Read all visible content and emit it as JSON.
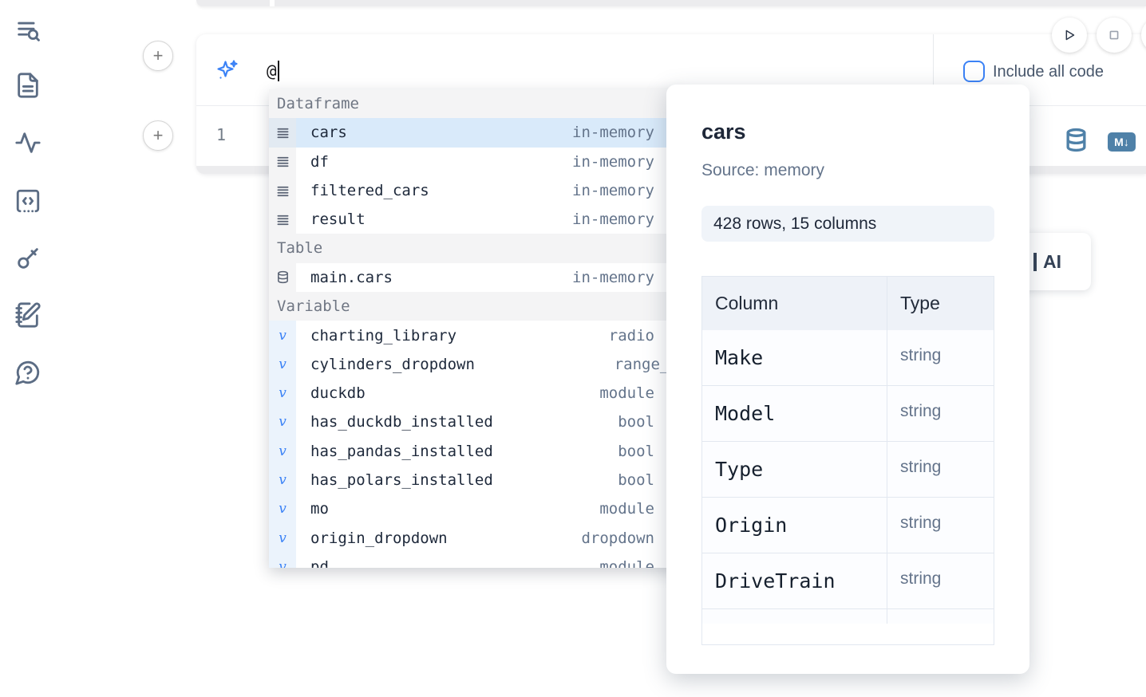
{
  "sidebar": {
    "icons": [
      "list-search-icon",
      "file-document-icon",
      "activity-icon",
      "code-snippet-icon",
      "key-icon",
      "notebook-edit-icon",
      "help-chat-icon"
    ]
  },
  "run_controls": {
    "run_icon": "play-icon",
    "stop_icon": "stop-icon"
  },
  "ai_prompt": {
    "value": "@",
    "include_all_code_label": "Include all code",
    "checkbox_checked": false,
    "sparkle_icon": "sparkles-icon"
  },
  "cell": {
    "line_number": "1",
    "database_icon": "database-icon",
    "markdown_icon_label": "M↓"
  },
  "autocomplete": {
    "sections": [
      {
        "label": "Dataframe",
        "icon": "dataframe-icon",
        "items": [
          {
            "name": "cars",
            "type": "in-memory",
            "selected": true
          },
          {
            "name": "df",
            "type": "in-memory"
          },
          {
            "name": "filtered_cars",
            "type": "in-memory"
          },
          {
            "name": "result",
            "type": "in-memory"
          }
        ]
      },
      {
        "label": "Table",
        "icon": "table-icon",
        "items": [
          {
            "name": "main.cars",
            "type": "in-memory"
          }
        ]
      },
      {
        "label": "Variable",
        "icon": "variable-icon",
        "items": [
          {
            "name": "charting_library",
            "type": "radio"
          },
          {
            "name": "cylinders_dropdown",
            "type": "range_slider"
          },
          {
            "name": "duckdb",
            "type": "module"
          },
          {
            "name": "has_duckdb_installed",
            "type": "bool"
          },
          {
            "name": "has_pandas_installed",
            "type": "bool"
          },
          {
            "name": "has_polars_installed",
            "type": "bool"
          },
          {
            "name": "mo",
            "type": "module"
          },
          {
            "name": "origin_dropdown",
            "type": "dropdown"
          },
          {
            "name": "pd",
            "type": "module"
          }
        ]
      }
    ]
  },
  "preview": {
    "title": "cars",
    "source": "Source: memory",
    "shape_badge": "428 rows, 15 columns",
    "table": {
      "headers": [
        "Column",
        "Type"
      ],
      "rows": [
        {
          "column": "Make",
          "type": "string"
        },
        {
          "column": "Model",
          "type": "string"
        },
        {
          "column": "Type",
          "type": "string"
        },
        {
          "column": "Origin",
          "type": "string"
        },
        {
          "column": "DriveTrain",
          "type": "string"
        }
      ]
    }
  },
  "ai_card": {
    "label": "AI"
  },
  "colors": {
    "accent_blue": "#3b82f6",
    "steel_blue": "#4f81a8",
    "selection_blue": "#d9eafa",
    "icon_slate": "#5b6c84",
    "panel_border": "#e2e8f0"
  }
}
